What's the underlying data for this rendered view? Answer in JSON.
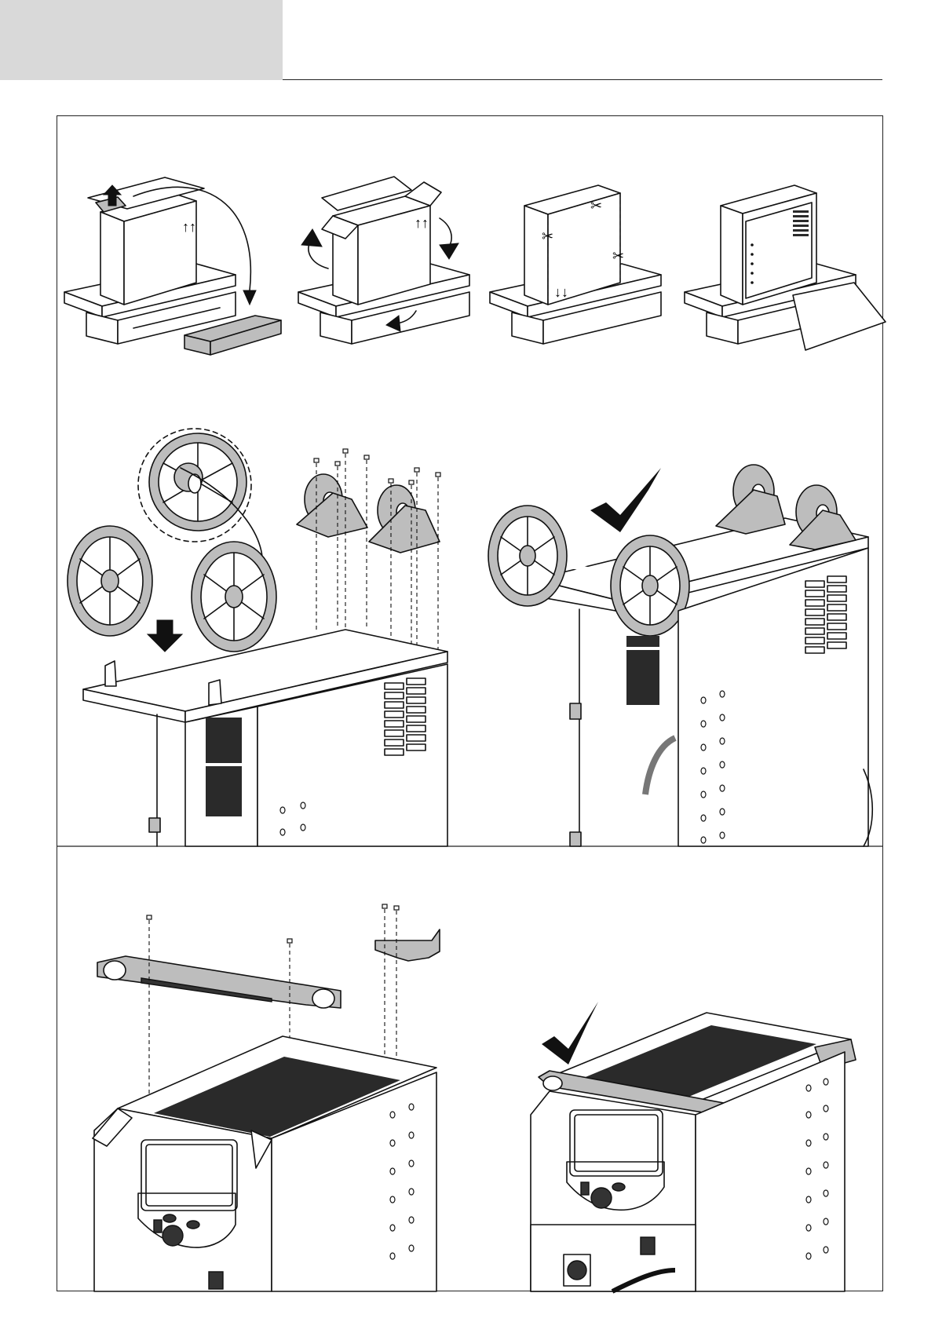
{
  "page": {
    "header_tab_color": "#d9d9d9",
    "frame_color": "#222222"
  },
  "sections": [
    {
      "name": "unpacking",
      "steps": [
        {
          "id": "step-1",
          "icon": "remove-lid-icon",
          "symbols": [
            "↑↑"
          ]
        },
        {
          "id": "step-2",
          "icon": "open-flaps-icon",
          "symbols": [
            "↑↑"
          ]
        },
        {
          "id": "step-3",
          "icon": "cut-box-icon",
          "symbols": [
            "↓↓"
          ]
        },
        {
          "id": "step-4",
          "icon": "ramp-unload-icon",
          "symbols": []
        }
      ]
    },
    {
      "name": "wheel-assembly",
      "panels": [
        {
          "id": "wheels-mounting",
          "icon": "wheel-axle-icon"
        },
        {
          "id": "wheels-result",
          "icon": "checkmark-icon"
        }
      ]
    },
    {
      "name": "handle-assembly",
      "panels": [
        {
          "id": "handle-mounting",
          "icon": "handle-bracket-icon"
        },
        {
          "id": "handle-result",
          "icon": "checkmark-icon"
        }
      ]
    }
  ]
}
